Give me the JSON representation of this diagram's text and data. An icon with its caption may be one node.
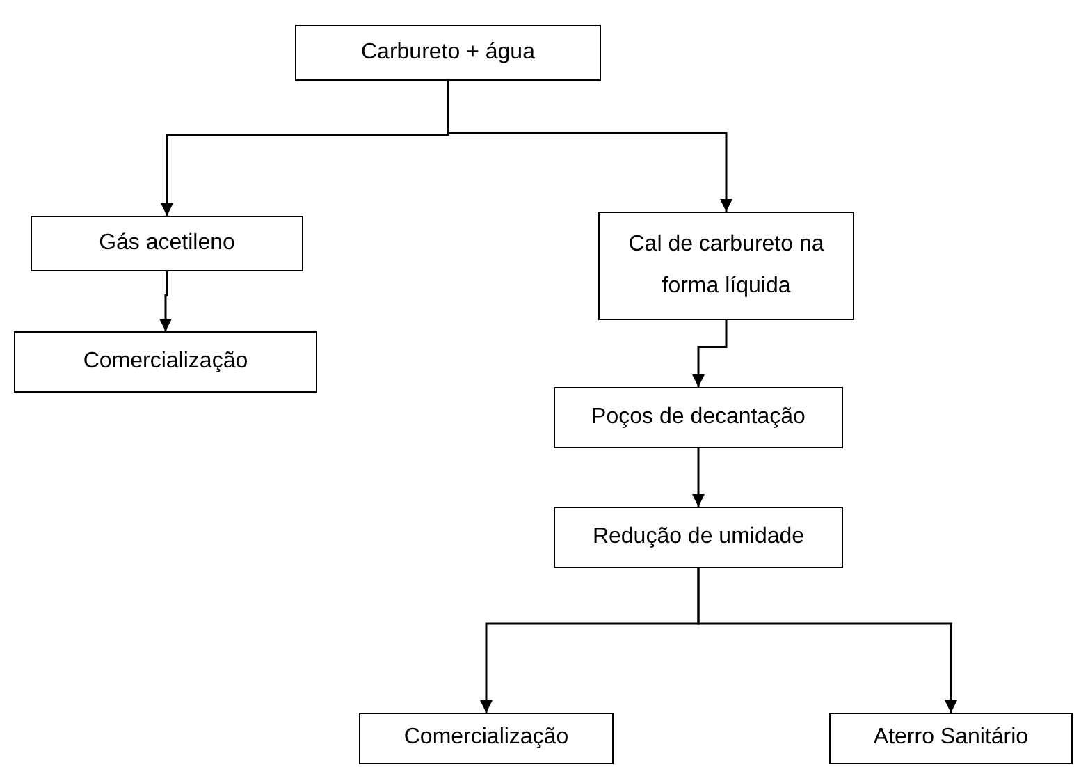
{
  "diagram": {
    "nodes": [
      {
        "text": [
          "Carbureto + água"
        ]
      },
      {
        "text": [
          "Gás acetileno"
        ]
      },
      {
        "text": [
          "Comercialização"
        ]
      },
      {
        "text": [
          "Cal de carbureto na forma líquida"
        ]
      },
      {
        "text": [
          "Poços de decantação"
        ]
      },
      {
        "text": [
          "Redução de umidade"
        ]
      },
      {
        "text": [
          "Comercialização"
        ]
      },
      {
        "text": [
          "Aterro Sanitário"
        ]
      }
    ],
    "edges": [
      {
        "from": 0,
        "to": 1,
        "arrow": "to"
      },
      {
        "from": 0,
        "to": 3,
        "arrow": "to"
      },
      {
        "from": 1,
        "to": 2,
        "arrow": "to"
      },
      {
        "from": 3,
        "to": 4,
        "arrow": "to"
      },
      {
        "from": 4,
        "to": 5,
        "arrow": "to"
      },
      {
        "from": 5,
        "to": 6,
        "arrow": "to"
      },
      {
        "from": 5,
        "to": 7,
        "arrow": "to"
      }
    ]
  }
}
